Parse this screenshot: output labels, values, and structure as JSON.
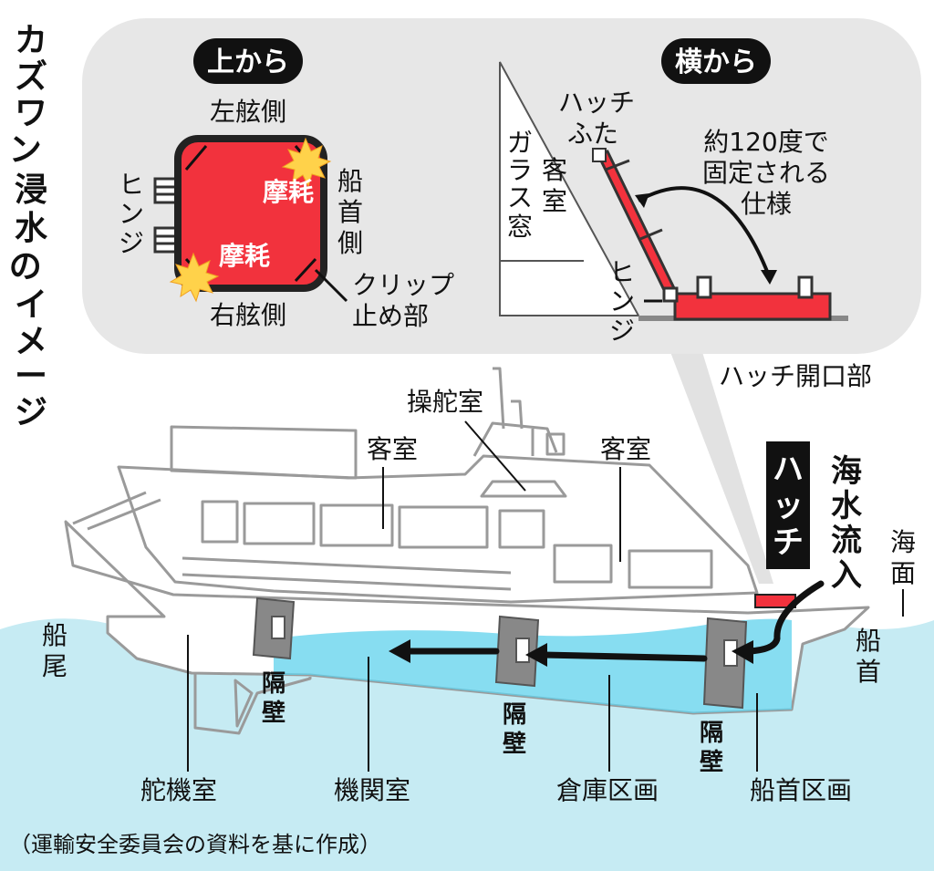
{
  "title": "カズワン浸水のイメージ",
  "inset": {
    "top_view": {
      "tag": "上から",
      "port": "左舷側",
      "starboard": "右舷側",
      "bow": "船首側",
      "hinge": "ヒンジ",
      "wear_1": "摩耗",
      "wear_2": "摩耗",
      "clip": "クリップ止め部"
    },
    "side_view": {
      "tag": "横から",
      "glass": "ガラス窓",
      "cabin": "客室",
      "lid": "ハッチふた",
      "angle_note": "約120度で固定される仕様",
      "hinge": "ヒンジ"
    },
    "opening_label": "ハッチ開口部"
  },
  "ship": {
    "bridge": "操舵室",
    "cabin_left": "客室",
    "cabin_right": "客室",
    "hatch_tag": "ハッチ",
    "inflow": "海水流入",
    "sea_surface": "海面",
    "stern": "船尾",
    "bow": "船首",
    "bulkhead_1": "隔壁",
    "bulkhead_2": "隔壁",
    "bulkhead_3": "隔壁",
    "compartments": [
      "舵機室",
      "機関室",
      "倉庫区画",
      "船首区画"
    ]
  },
  "source": "（運輸安全委員会の資料を基に作成）",
  "colors": {
    "sea": "#c6ebf3",
    "flood": "#5fd2ec",
    "hatch_red": "#f2323d",
    "inset_bg": "#e7e7e7",
    "hull_line": "#9a9a9a"
  }
}
